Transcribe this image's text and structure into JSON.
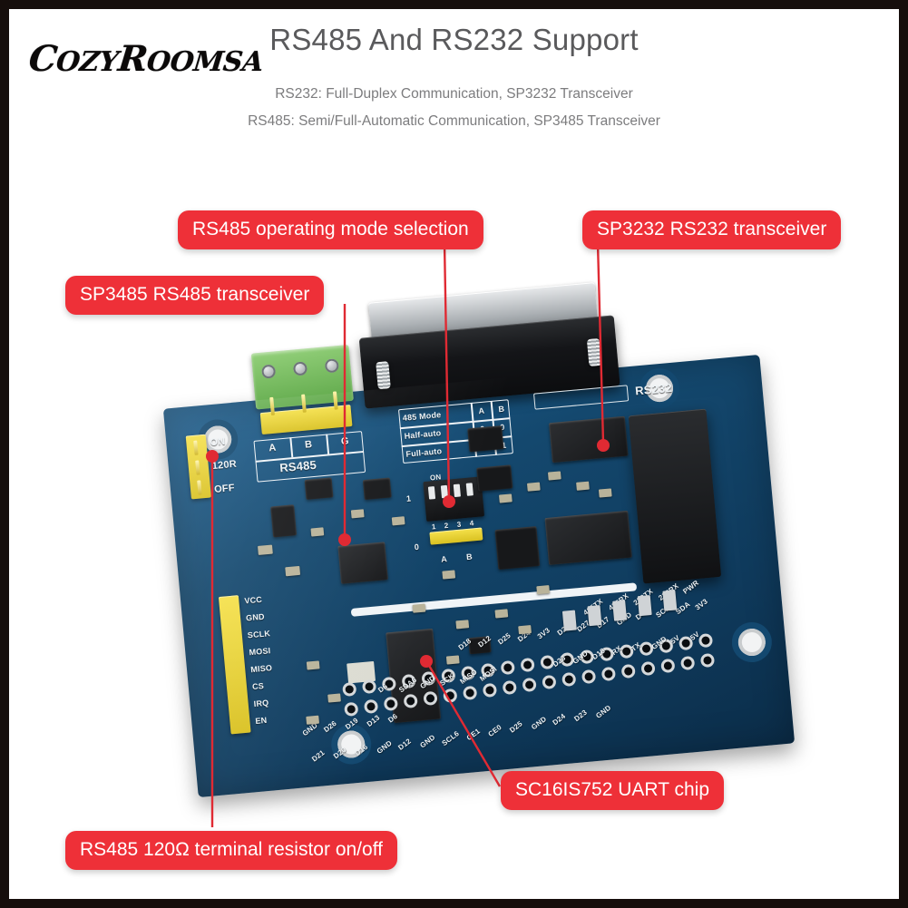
{
  "header": {
    "title": "RS485 And RS232 Support",
    "subtitle_1": "RS232: Full-Duplex Communication, SP3232 Transceiver",
    "subtitle_2": "RS485: Semi/Full-Automatic Communication, SP3485 Transceiver"
  },
  "watermark": {
    "text_c": "C",
    "text_ozy": "OZY",
    "text_r": "R",
    "text_oomsa": "OOMSA",
    "full": "CozyRoomsa"
  },
  "colors": {
    "badge_red": "#ee3038",
    "badge_text": "#ffffff",
    "frame": "#160e0c",
    "page": "#ffffff",
    "title_gray": "#5a5a5c",
    "pcb_blue": "#14486e",
    "leader_red": "#e02a33"
  },
  "callouts": [
    {
      "id": "rs485-mode-selection",
      "label": "RS485 operating mode selection"
    },
    {
      "id": "sp3232-rs232-transceiver",
      "label": "SP3232 RS232 transceiver"
    },
    {
      "id": "sp3485-rs485-transceiver",
      "label": "SP3485 RS485 transceiver"
    },
    {
      "id": "sc16is752-uart-chip",
      "label": "SC16IS752 UART chip"
    },
    {
      "id": "rs485-terminal-resistor",
      "label": "RS485 120Ω terminal resistor on/off"
    }
  ],
  "board": {
    "silkscreen": {
      "rs232_label": "RS232",
      "rs485_label": "RS485",
      "terminal_a": "A",
      "terminal_b": "B",
      "terminal_g": "G",
      "jumper_on": "ON",
      "jumper_120r": "120R",
      "jumper_off": "OFF",
      "dip_on": "ON",
      "dip_numbers": [
        "1",
        "2",
        "3",
        "4"
      ],
      "dip_a": "A",
      "dip_b": "B",
      "dip_zero": "0",
      "dip_one": "1"
    },
    "mode_table": {
      "header": [
        "485 Mode",
        "A",
        "B"
      ],
      "rows": [
        {
          "mode": "Half-auto",
          "a": "0",
          "b": "0"
        },
        {
          "mode": "Full-auto",
          "a": "0",
          "b": "1"
        }
      ]
    },
    "spi_header": [
      "VCC",
      "GND",
      "SCLK",
      "MOSI",
      "MISO",
      "CS",
      "IRQ",
      "EN"
    ],
    "gpio_labels_upper": [
      "D18",
      "D12",
      "D25",
      "D24",
      "3V3",
      "D22",
      "D27",
      "D17",
      "GND",
      "D4",
      "SCL",
      "SDA",
      "3V3"
    ],
    "gpio_labels_mid": [
      "D6",
      "SDA6",
      "GND",
      "SCK",
      "MISO",
      "MOSI",
      "D23",
      "GND",
      "D18",
      "RX",
      "TX",
      "GND",
      "5V",
      "5V"
    ],
    "gpio_labels_lower": [
      "GND",
      "D26",
      "D19",
      "D13",
      "D6"
    ],
    "gpio_labels_bottom": [
      "D21",
      "D20",
      "D16",
      "GND",
      "D12",
      "GND",
      "SCL6",
      "CE1",
      "CE0",
      "D25",
      "GND",
      "D24",
      "D23",
      "GND"
    ],
    "signal_labels": [
      "485TX",
      "485RX",
      "232TX",
      "232RX",
      "PWR"
    ]
  }
}
